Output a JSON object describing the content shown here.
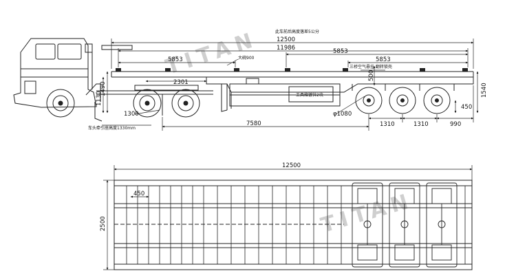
{
  "side_view": {
    "top_note": "此车前后高度落差5公分",
    "dims": {
      "overall_length": "12500",
      "frame_length": "11986",
      "front_section": "5853",
      "mid_section": "5853",
      "rear_section": "5853",
      "kingpin_to_axle": "7580",
      "axle_spacing_1": "1310",
      "axle_spacing_2": "1310",
      "rear_overhang": "990",
      "kingpin_setback": "2301",
      "front_height": "1490",
      "neck_height": "1130",
      "coupler_height": "1300",
      "rear_height": "1540",
      "wheel_dia": "φ1080",
      "lock_gap": "500",
      "wheel_clear": "450"
    },
    "labels": {
      "lock_pitch": "大碗900",
      "suspension": "三桥空气悬挂  翻转锁壳",
      "toolbox": "工具箱镀锌2块",
      "tractor_note": "车头牵引座高度1330mm"
    }
  },
  "top_view": {
    "overall_length": "12500",
    "overall_width": "2500",
    "crossmember_gap": "450"
  },
  "watermark": "TITAN"
}
